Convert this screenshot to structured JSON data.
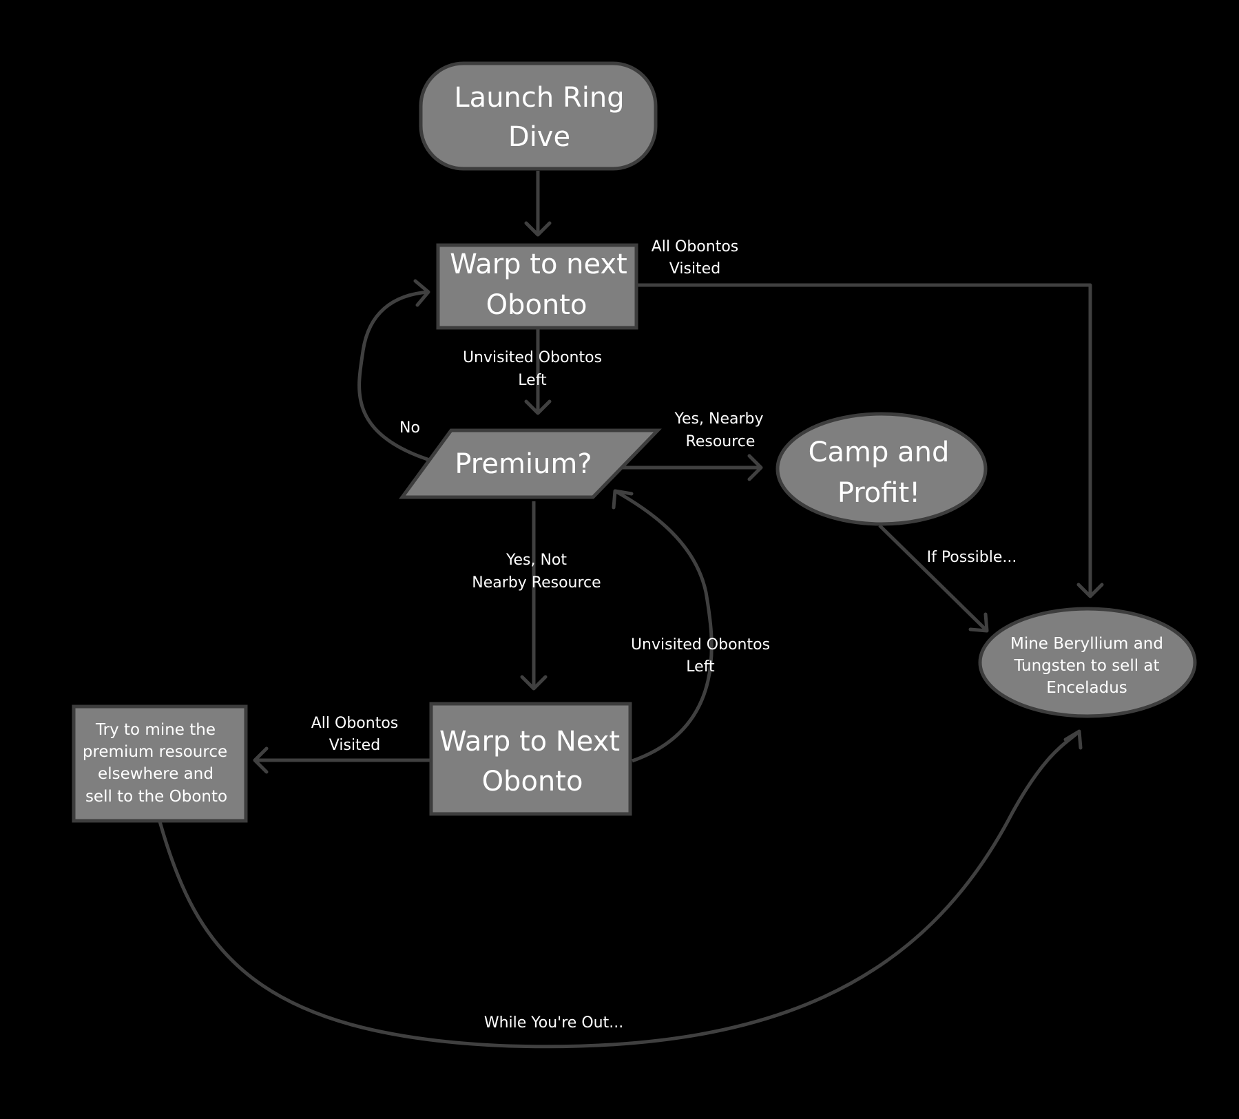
{
  "nodes": {
    "launch": {
      "line1": "Launch Ring",
      "line2": "Dive"
    },
    "warp_top": {
      "line1": "Warp to next",
      "line2": "Obonto"
    },
    "premium": {
      "text": "Premium?"
    },
    "camp": {
      "line1": "Camp and",
      "line2": "Profit!"
    },
    "mine": {
      "line1": "Mine Beryllium and",
      "line2": "Tungsten to sell at",
      "line3": "Enceladus"
    },
    "warp_bottom": {
      "line1": "Warp to Next",
      "line2": "Obonto"
    },
    "try_mine": {
      "line1": "Try to mine the",
      "line2": "premium resource",
      "line3": "elsewhere and",
      "line4": "sell to the Obonto"
    }
  },
  "edges": {
    "all_visited_top": {
      "line1": "All Obontos",
      "line2": "Visited"
    },
    "unvisited_top": {
      "line1": "Unvisited Obontos",
      "line2": "Left"
    },
    "no": {
      "text": "No"
    },
    "yes_nearby": {
      "line1": "Yes, Nearby",
      "line2": "Resource"
    },
    "if_possible": {
      "text": "If Possible..."
    },
    "yes_not_nearby": {
      "line1": "Yes, Not",
      "line2": "Nearby Resource"
    },
    "unvisited_bottom": {
      "line1": "Unvisited Obontos",
      "line2": "Left"
    },
    "all_visited_bottom": {
      "line1": "All Obontos",
      "line2": "Visited"
    },
    "while_out": {
      "text": "While You're Out..."
    }
  }
}
